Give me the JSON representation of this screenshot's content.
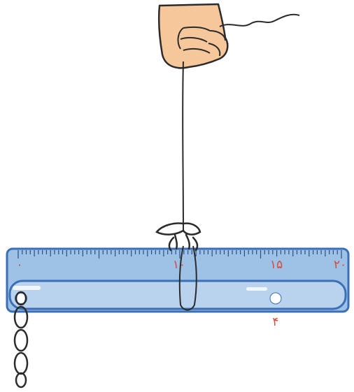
{
  "ruler": {
    "labels": {
      "zero": "۰",
      "ten": "۱۰",
      "fifteen": "۱۵",
      "twenty": "۲۰"
    },
    "hole_label": "۴"
  },
  "colors": {
    "ruler_fill": "#9ec1e6",
    "ruler_edge": "#3b6fb6",
    "label": "#d84a3e",
    "skin": "#f6c79a",
    "outline": "#2b2b2b"
  }
}
